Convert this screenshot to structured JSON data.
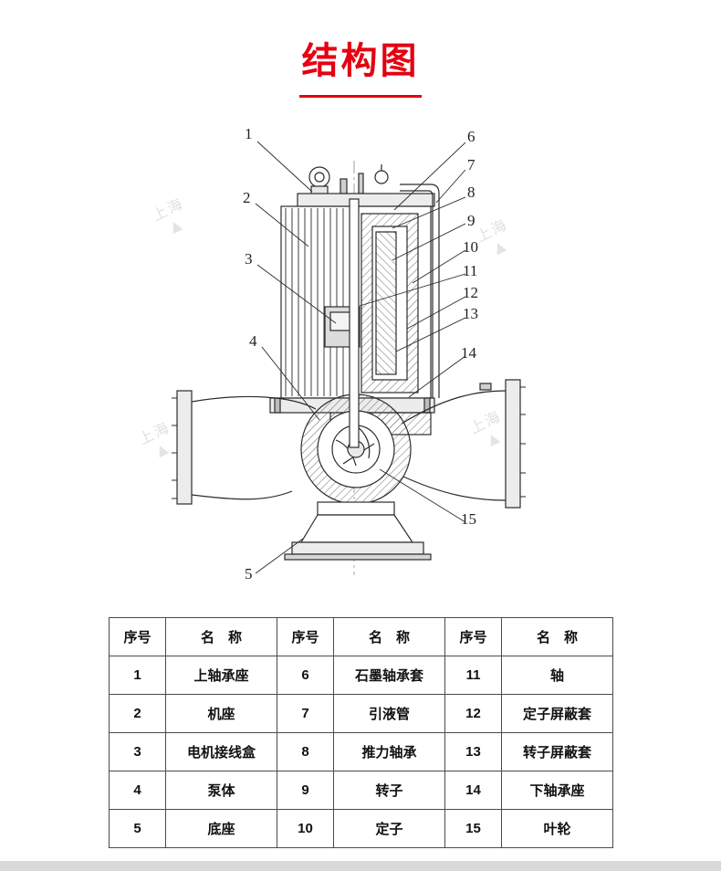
{
  "page": {
    "title": "结构图"
  },
  "watermark": {
    "text": "上海",
    "logo_icon": "▲"
  },
  "diagram": {
    "callouts": [
      "1",
      "2",
      "3",
      "4",
      "5",
      "6",
      "7",
      "8",
      "9",
      "10",
      "11",
      "12",
      "13",
      "14",
      "15"
    ]
  },
  "table": {
    "headers": [
      "序号",
      "名　称",
      "序号",
      "名　称",
      "序号",
      "名　称"
    ],
    "rows": [
      [
        "1",
        "上轴承座",
        "6",
        "石墨轴承套",
        "11",
        "轴"
      ],
      [
        "2",
        "机座",
        "7",
        "引液管",
        "12",
        "定子屏蔽套"
      ],
      [
        "3",
        "电机接线盒",
        "8",
        "推力轴承",
        "13",
        "转子屏蔽套"
      ],
      [
        "4",
        "泵体",
        "9",
        "转子",
        "14",
        "下轴承座"
      ],
      [
        "5",
        "底座",
        "10",
        "定子",
        "15",
        "叶轮"
      ]
    ]
  }
}
